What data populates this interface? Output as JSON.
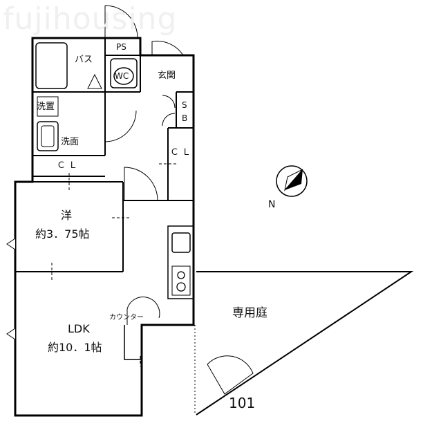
{
  "watermark": "fujihousing",
  "rooms": {
    "bath": "バス",
    "ps": "PS",
    "wc": "WC",
    "entrance": "玄関",
    "sb_top": "S",
    "sb_bottom": "B",
    "laundry": "洗置",
    "washroom": "洗面",
    "closet_left": "Ｃ Ｌ",
    "closet_right": "Ｃ Ｌ",
    "western_name": "洋",
    "western_size": "約3．75帖",
    "counter": "カウンター",
    "ldk_name": "LDK",
    "ldk_size": "約10．1帖",
    "garden": "専用庭",
    "unit_number": "101"
  },
  "compass": {
    "label": "N"
  }
}
